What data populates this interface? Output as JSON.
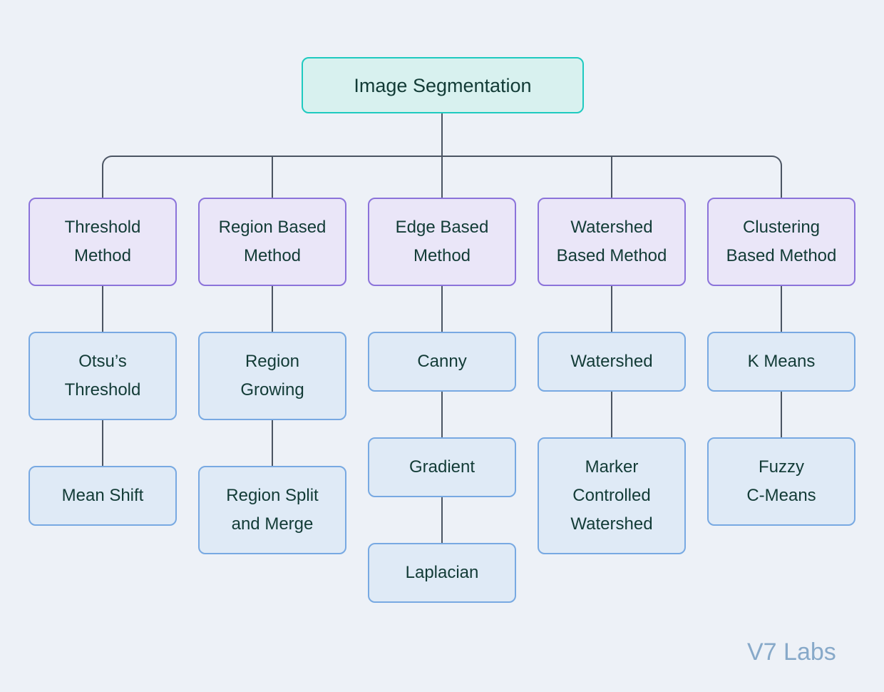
{
  "page": {
    "background_color": "#edf1f7",
    "watermark": "V7 Labs",
    "watermark_color": "#87a9c9"
  },
  "colors": {
    "root_fill": "#d8f1ef",
    "root_border": "#1fcac0",
    "category_fill": "#eae6f8",
    "category_border": "#8b73da",
    "leaf_fill": "#dfeaf6",
    "leaf_border": "#78a9e2",
    "text": "#123b36",
    "connector": "#4b5563"
  },
  "root": {
    "label": "Image Segmentation"
  },
  "columns": [
    {
      "title": "Threshold\nMethod",
      "children": [
        "Otsu’s\nThreshold",
        "Mean Shift"
      ]
    },
    {
      "title": "Region Based\nMethod",
      "children": [
        "Region\nGrowing",
        "Region Split\nand Merge"
      ]
    },
    {
      "title": "Edge Based\nMethod",
      "children": [
        "Canny",
        "Gradient",
        "Laplacian"
      ]
    },
    {
      "title": "Watershed\nBased Method",
      "children": [
        "Watershed",
        "Marker\nControlled\nWatershed"
      ]
    },
    {
      "title": "Clustering\nBased Method",
      "children": [
        "K Means",
        "Fuzzy\nC-Means"
      ]
    }
  ]
}
